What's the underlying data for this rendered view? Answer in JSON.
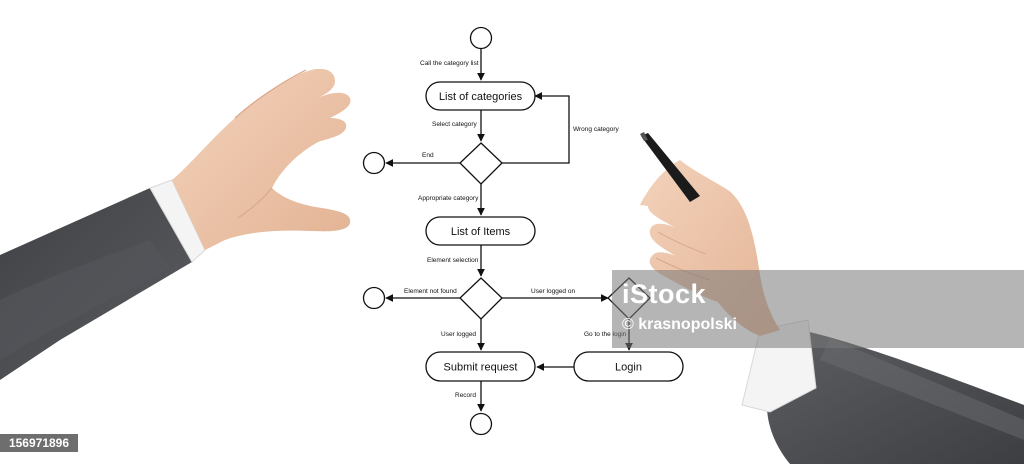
{
  "flowchart": {
    "nodes": {
      "categories": "List of categories",
      "items": "List of Items",
      "submit": "Submit request",
      "login": "Login"
    },
    "edges": {
      "call_category_list": "Call the category list",
      "select_category": "Select category",
      "wrong_category": "Wrong category",
      "end": "End",
      "appropriate_category": "Appropriate category",
      "element_selection": "Element selection",
      "element_not_found": "Element not found",
      "user_logged_on": "User logged on",
      "user_logged": "User logged",
      "go_to_login": "Go to the login",
      "record": "Record"
    }
  },
  "watermark": {
    "logo": "iStock",
    "credit": "krasnopolski",
    "stock_id": "156971896"
  },
  "colors": {
    "background": "#ffffff",
    "diagram_stroke": "#111111",
    "suit": "#4d4f52",
    "skin": "#ecc3a6",
    "cuff": "#f4f4f4",
    "marker": "#1b1b1b"
  }
}
